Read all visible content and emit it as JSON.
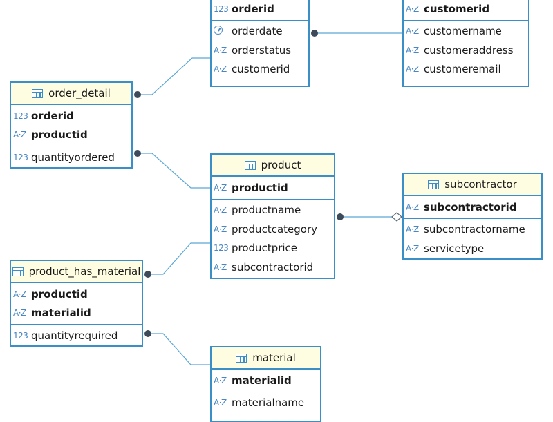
{
  "entities": {
    "orders": {
      "title": "",
      "columns_key": [
        {
          "name": "orderid",
          "type": "123"
        }
      ],
      "columns": [
        {
          "name": "orderdate",
          "type": "date"
        },
        {
          "name": "orderstatus",
          "type": "A-Z"
        },
        {
          "name": "customerid",
          "type": "A-Z"
        }
      ]
    },
    "customer": {
      "title": "",
      "columns_key": [
        {
          "name": "customerid",
          "type": "A-Z"
        }
      ],
      "columns": [
        {
          "name": "customername",
          "type": "A-Z"
        },
        {
          "name": "customeraddress",
          "type": "A-Z"
        },
        {
          "name": "customeremail",
          "type": "A-Z"
        }
      ]
    },
    "order_detail": {
      "title": "order_detail",
      "columns_key": [
        {
          "name": "orderid",
          "type": "123"
        },
        {
          "name": "productid",
          "type": "A-Z"
        }
      ],
      "columns": [
        {
          "name": "quantityordered",
          "type": "123"
        }
      ]
    },
    "product": {
      "title": "product",
      "columns_key": [
        {
          "name": "productid",
          "type": "A-Z"
        }
      ],
      "columns": [
        {
          "name": "productname",
          "type": "A-Z"
        },
        {
          "name": "productcategory",
          "type": "A-Z"
        },
        {
          "name": "productprice",
          "type": "123"
        },
        {
          "name": "subcontractorid",
          "type": "A-Z"
        }
      ]
    },
    "subcontractor": {
      "title": "subcontractor",
      "columns_key": [
        {
          "name": "subcontractorid",
          "type": "A-Z"
        }
      ],
      "columns": [
        {
          "name": "subcontractorname",
          "type": "A-Z"
        },
        {
          "name": "servicetype",
          "type": "A-Z"
        }
      ]
    },
    "product_has_material": {
      "title": "product_has_material",
      "columns_key": [
        {
          "name": "productid",
          "type": "A-Z"
        },
        {
          "name": "materialid",
          "type": "A-Z"
        }
      ],
      "columns": [
        {
          "name": "quantityrequired",
          "type": "123"
        }
      ]
    },
    "material": {
      "title": "material",
      "columns_key": [
        {
          "name": "materialid",
          "type": "A-Z"
        }
      ],
      "columns": [
        {
          "name": "materialname",
          "type": "A-Z"
        }
      ]
    }
  },
  "colors": {
    "border": "#3a8fc6",
    "header_bg": "#fefde1",
    "connector": "#5aa6d6",
    "dot": "#3c4a5a"
  }
}
